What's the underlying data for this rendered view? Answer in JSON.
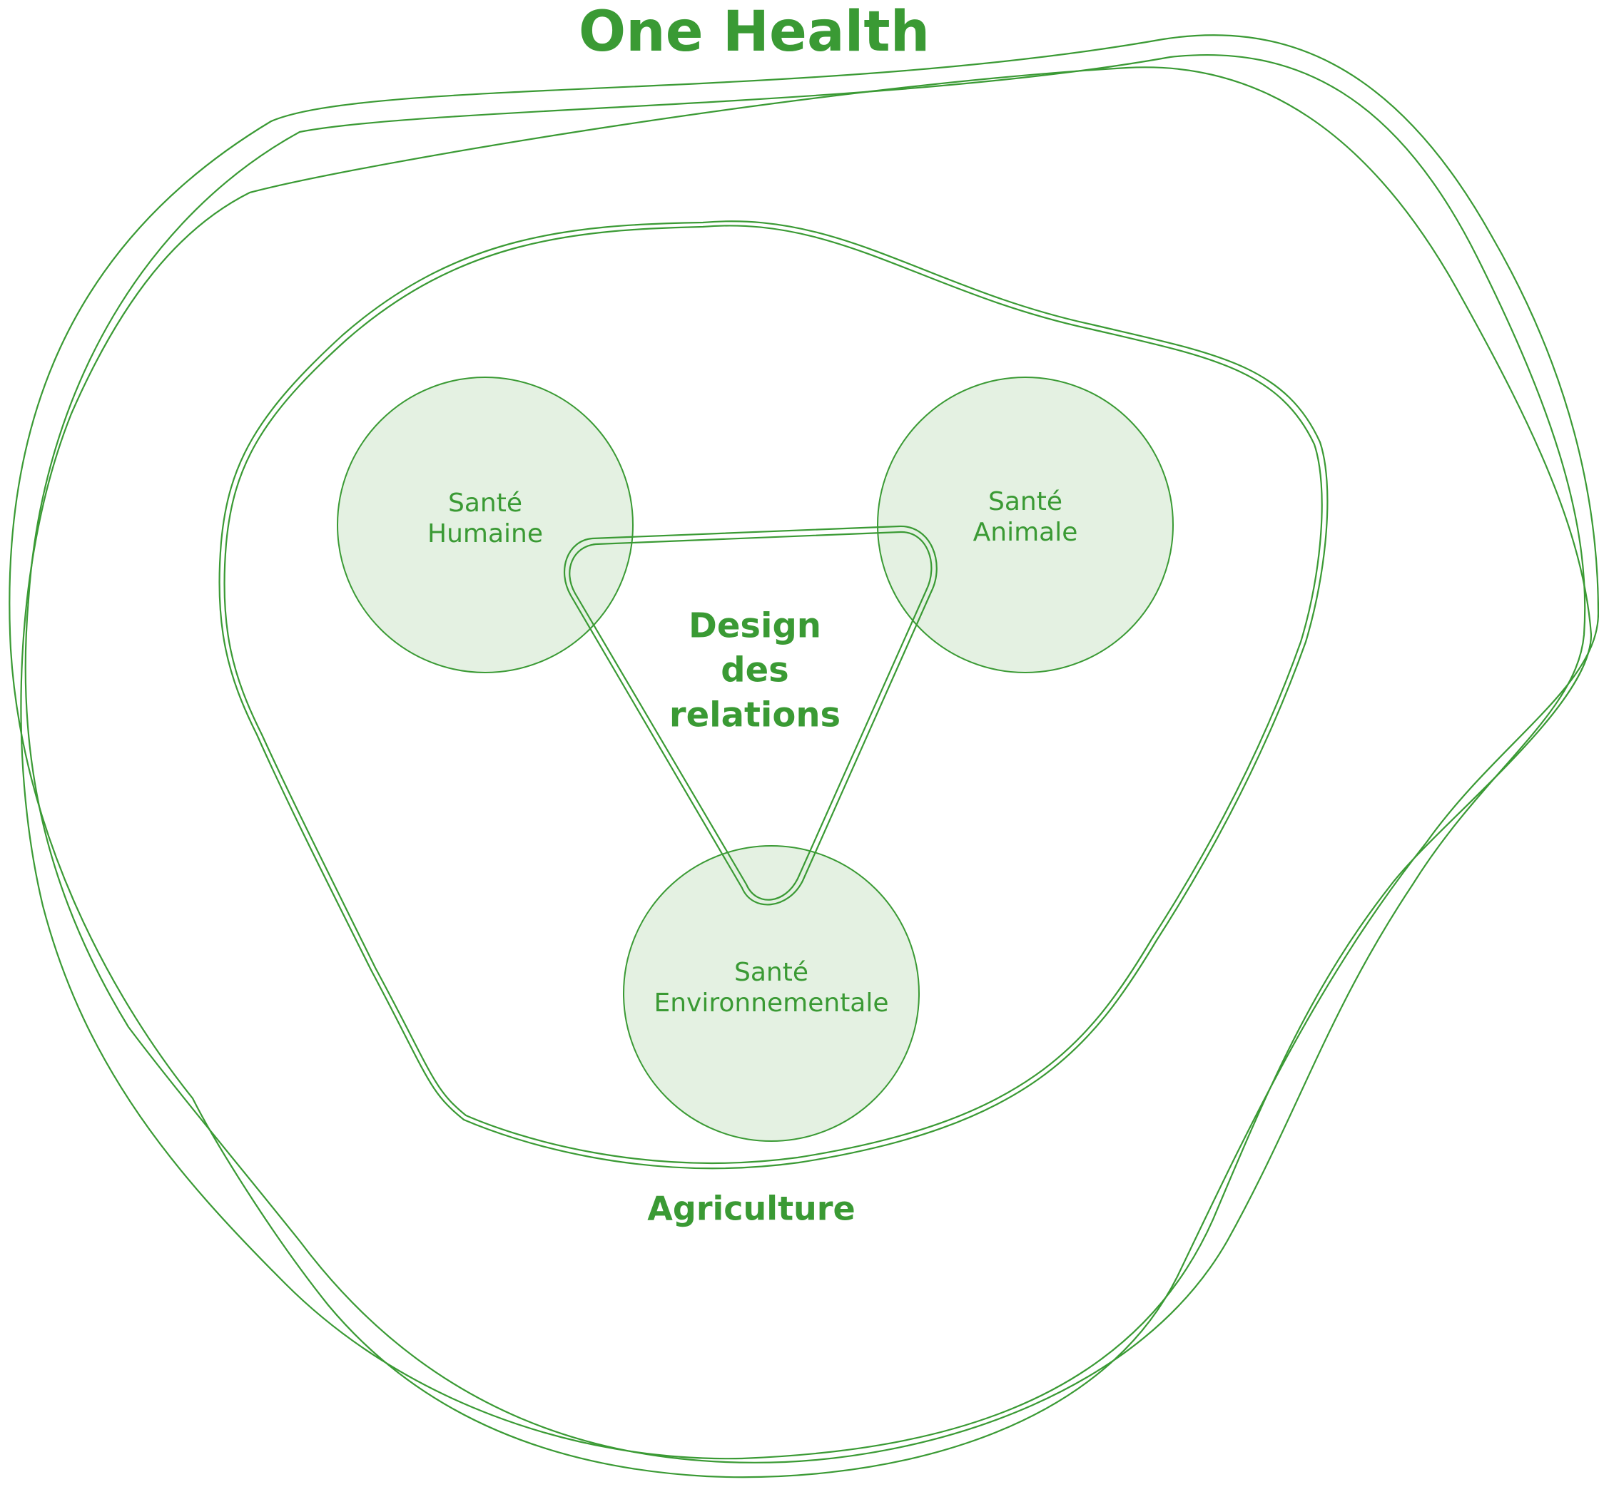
{
  "title": "One Health",
  "region": {
    "label": "Agriculture"
  },
  "center": {
    "line1": "Design",
    "line2": "des",
    "line3": "relations"
  },
  "nodes": {
    "human": {
      "line1": "Santé",
      "line2": "Humaine"
    },
    "animal": {
      "line1": "Santé",
      "line2": "Animale"
    },
    "environment": {
      "line1": "Santé",
      "line2": "Environnementale"
    }
  },
  "colors": {
    "primary": "#3a9a34",
    "circle_fill": "#e4f1e2",
    "line": "#3a9a34"
  }
}
